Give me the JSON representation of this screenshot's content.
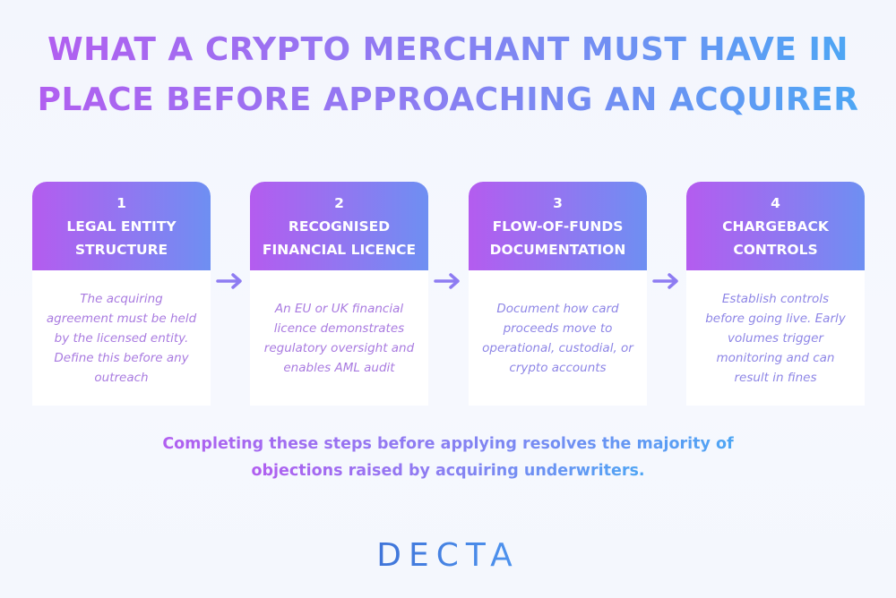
{
  "title": {
    "line1": "WHAT A CRYPTO MERCHANT MUST HAVE IN",
    "line2": "PLACE BEFORE APPROACHING AN ACQUIRER"
  },
  "steps": [
    {
      "number": "1",
      "title_line1": "LEGAL ENTITY",
      "title_line2": "STRUCTURE",
      "desc_lines": [
        "The acquiring",
        "agreement must be held",
        "by the licensed entity.",
        "Define this before any",
        "outreach"
      ]
    },
    {
      "number": "2",
      "title_line1": "RECOGNISED",
      "title_line2": "FINANCIAL LICENCE",
      "desc_lines": [
        "An EU or UK financial",
        "licence demonstrates",
        "regulatory oversight and",
        "enables AML audit"
      ]
    },
    {
      "number": "3",
      "title_line1": "FLOW-OF-FUNDS",
      "title_line2": "DOCUMENTATION",
      "desc_lines": [
        "Document how card",
        "proceeds move to",
        "operational, custodial, or",
        "crypto accounts"
      ]
    },
    {
      "number": "4",
      "title_line1": "CHARGEBACK",
      "title_line2": "CONTROLS",
      "desc_lines": [
        "Establish controls",
        "before going live. Early",
        "volumes trigger",
        "monitoring and can",
        "result in fines"
      ]
    }
  ],
  "footer": {
    "line1": "Completing these steps before applying resolves the majority of",
    "line2": "objections raised by acquiring underwriters."
  },
  "logo": {
    "text": "DECTA"
  },
  "colors": {
    "gradient_start": "#b15ff0",
    "gradient_end": "#4ea6f4",
    "arrow": "#8e7cf2",
    "logo": "#3f74d8"
  },
  "icons": {
    "connector": "arrow-right-icon"
  }
}
